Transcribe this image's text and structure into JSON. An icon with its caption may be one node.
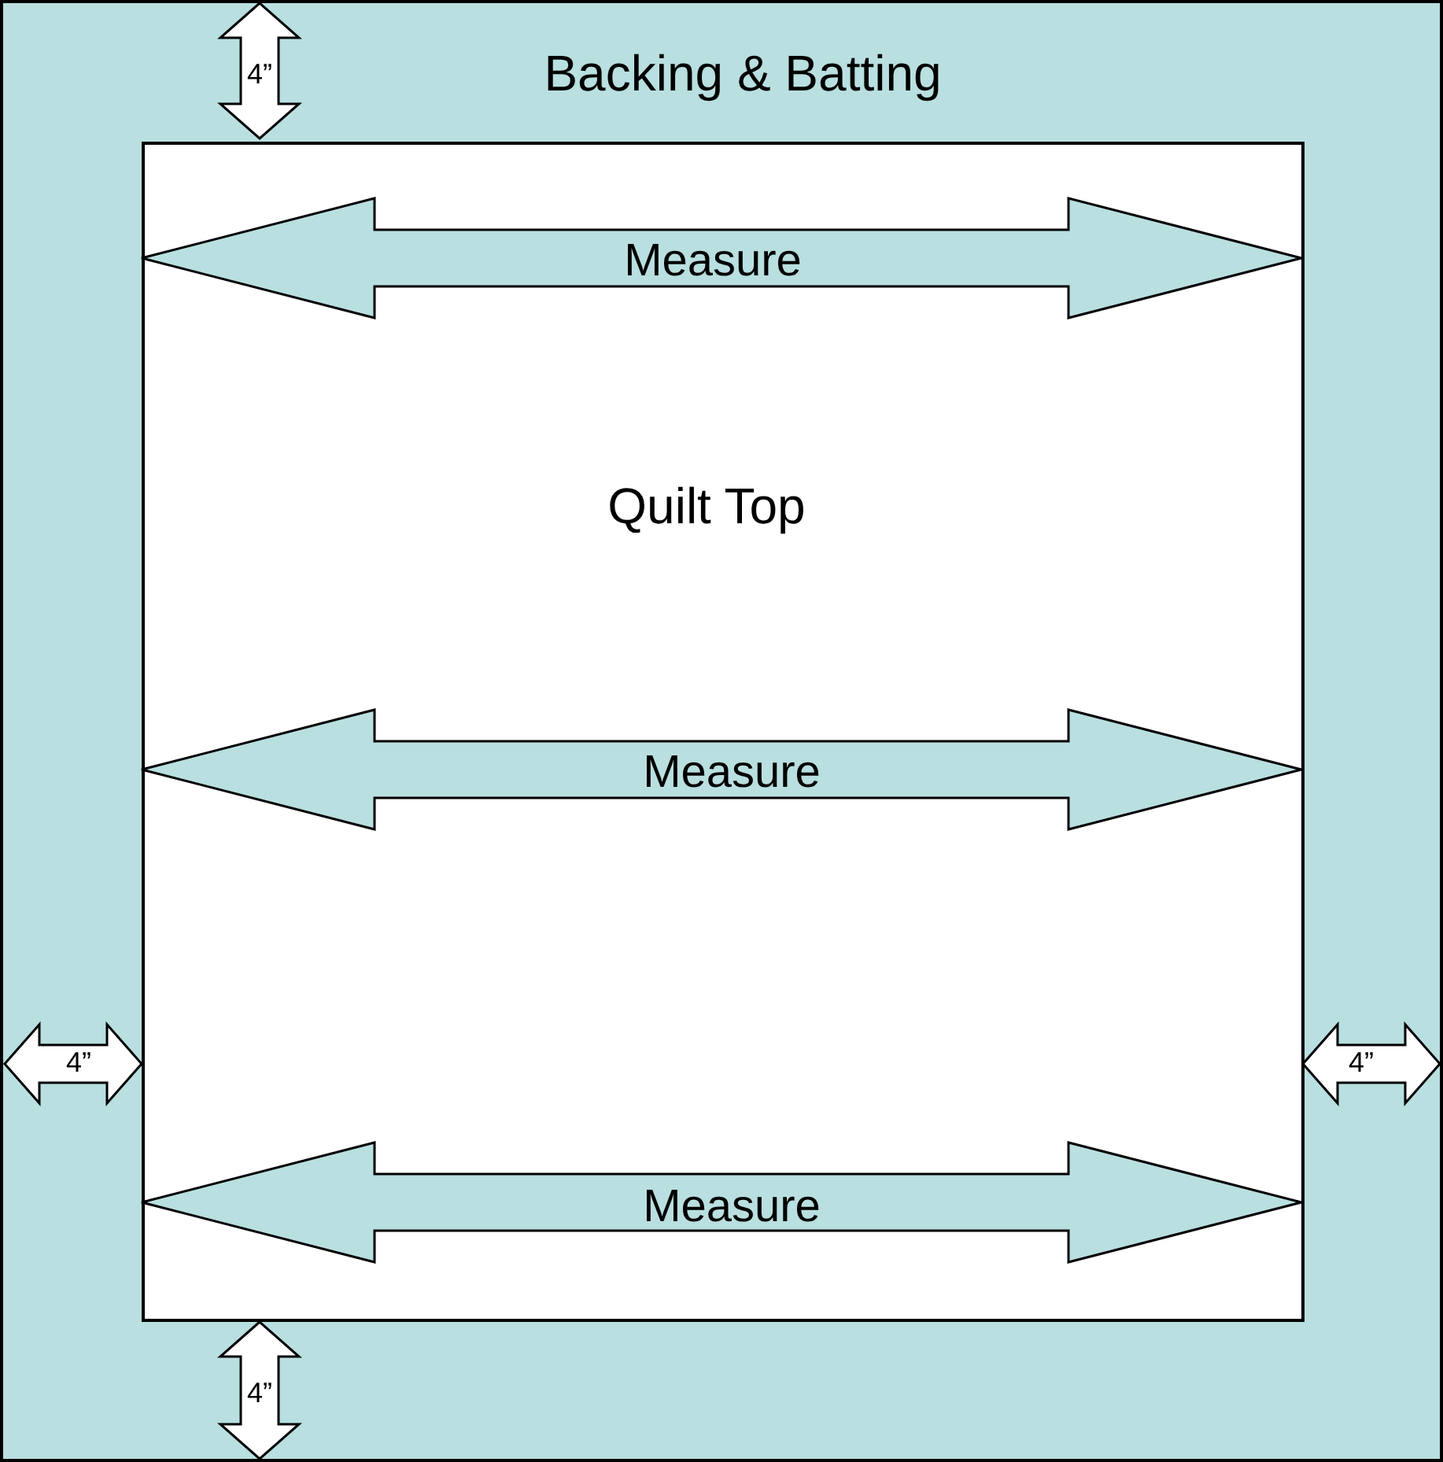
{
  "diagram": {
    "nodes": [
      {
        "text": [
          "Backing & Batting"
        ]
      },
      {
        "text": [
          "Quilt Top"
        ],
        "in": 0
      }
    ],
    "edges": [],
    "labels": [
      "4”",
      "Measure",
      "Measure",
      "4”",
      "4”",
      "Measure",
      "4”"
    ]
  }
}
